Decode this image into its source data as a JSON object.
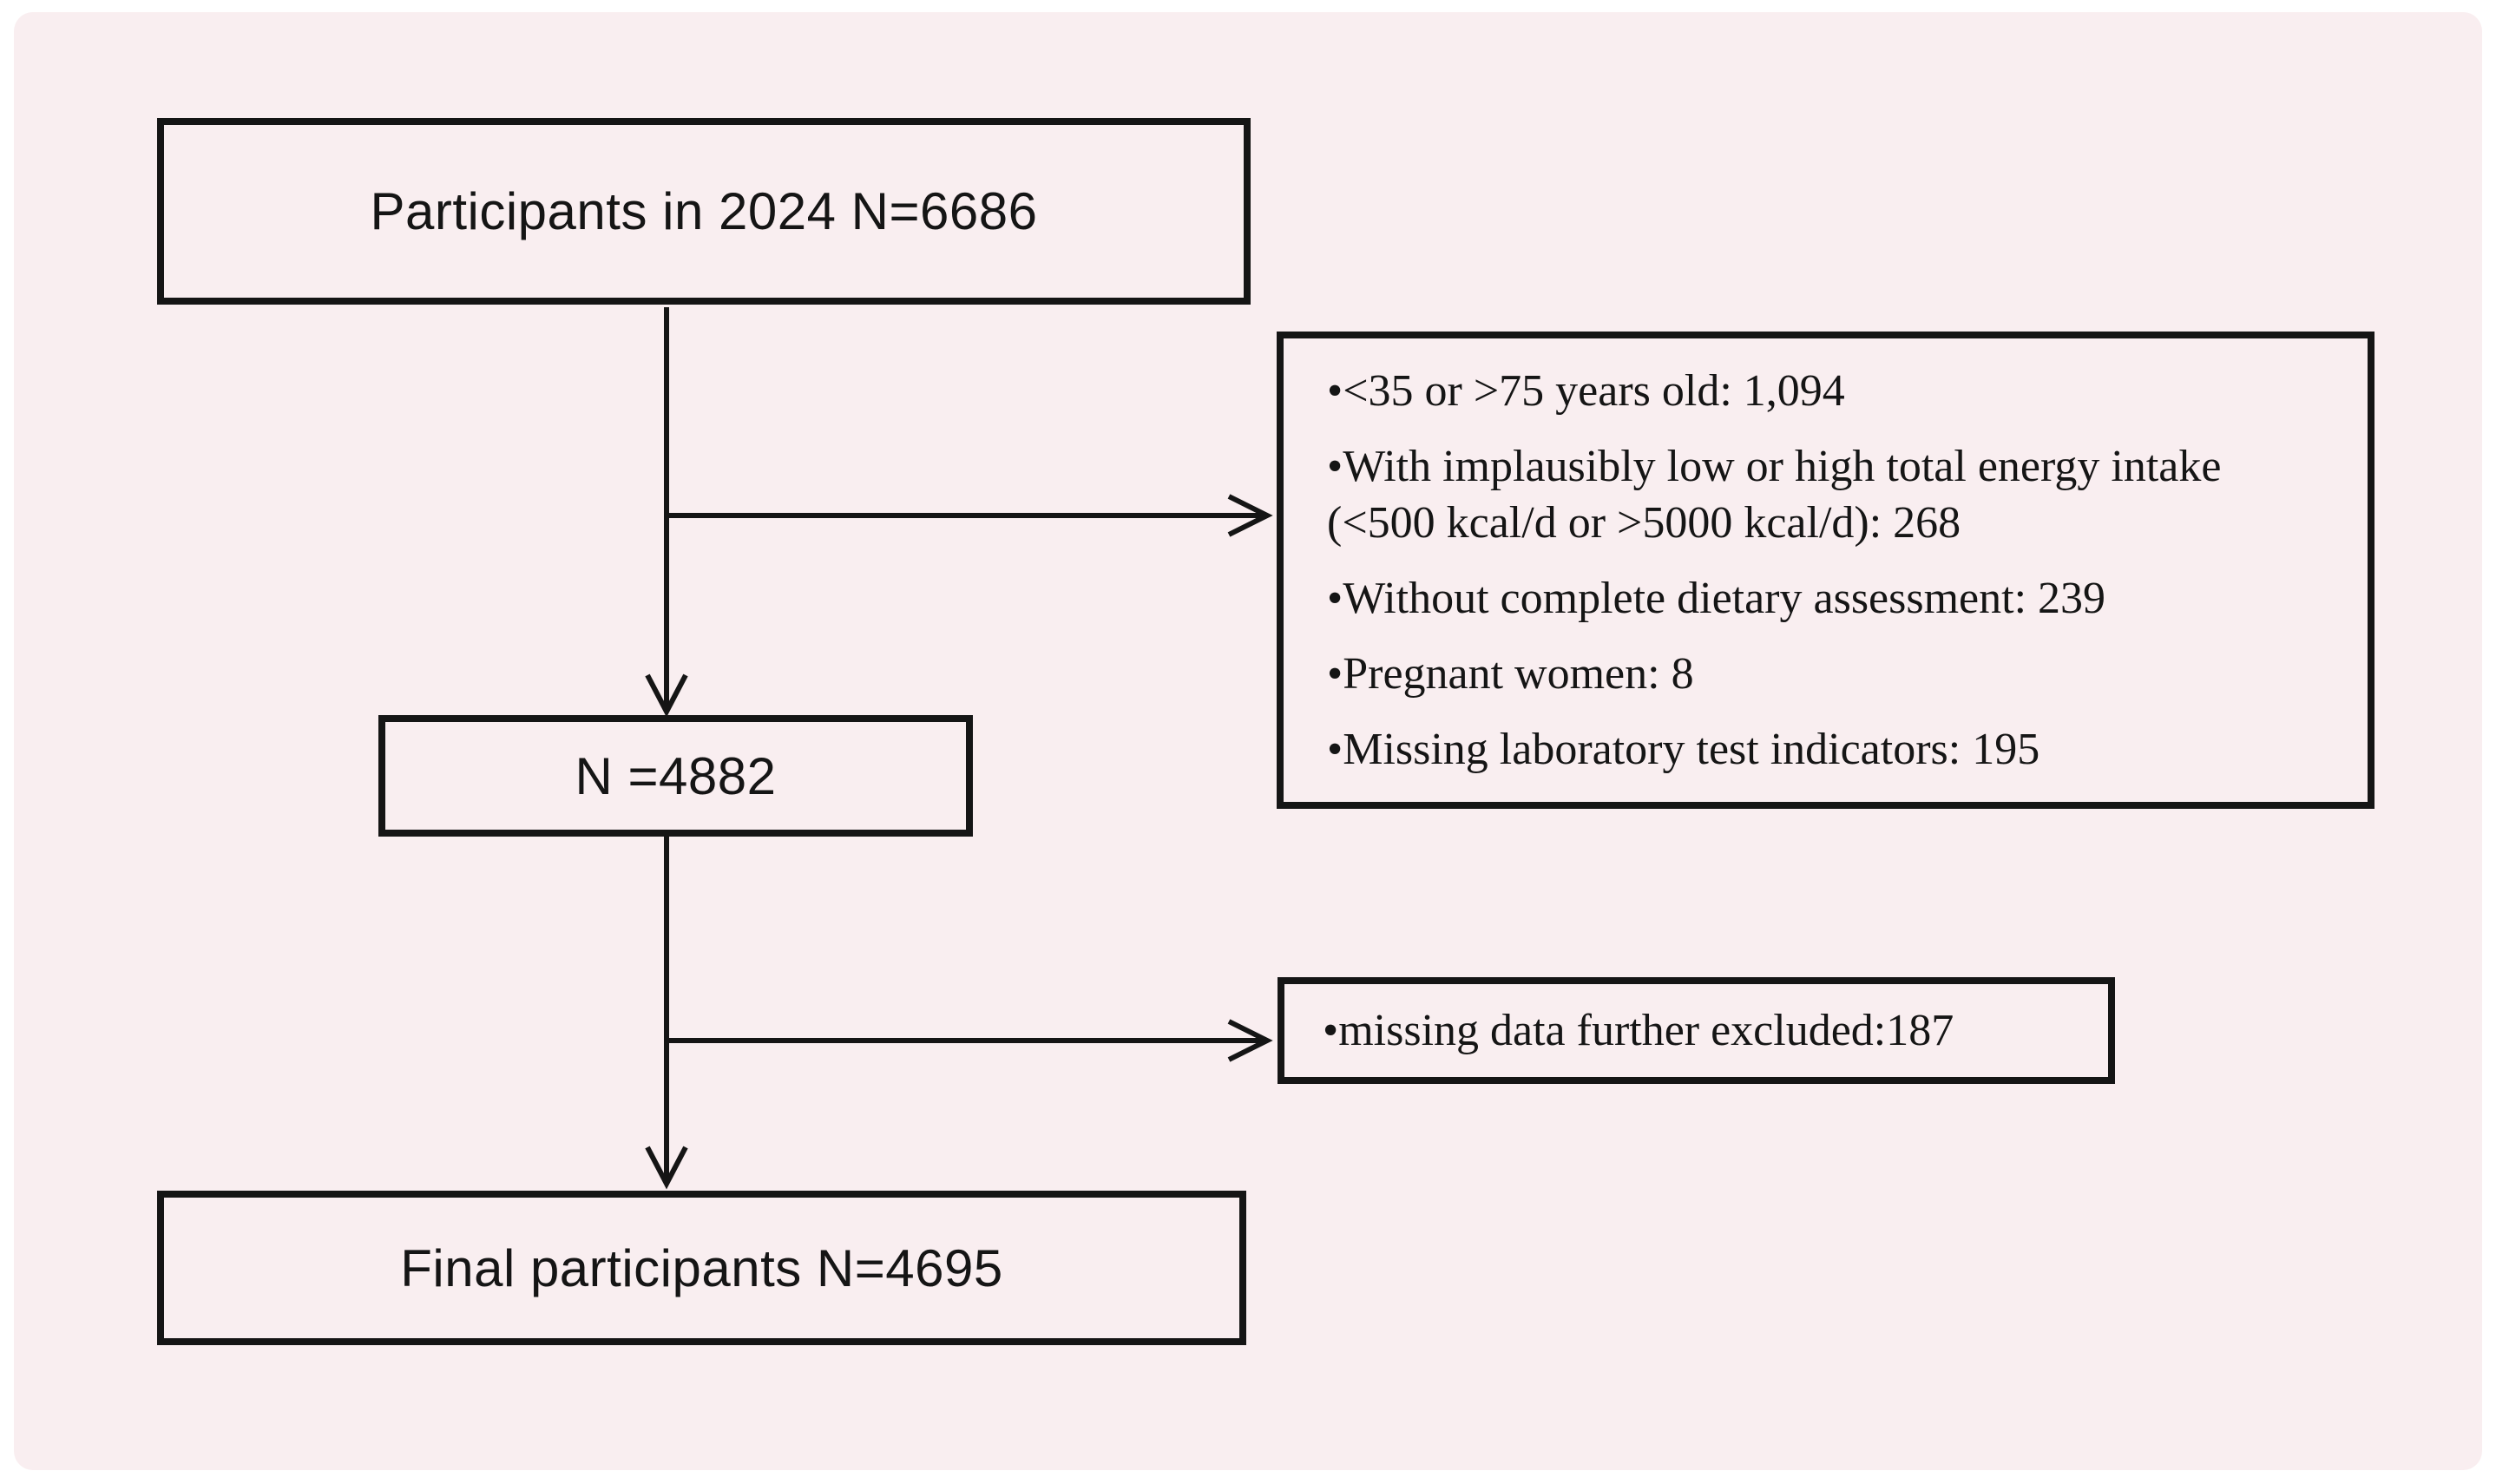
{
  "figure": {
    "type": "flowchart",
    "background_color": "#f9eef0",
    "ink_color": "#151515"
  },
  "nodes": {
    "initial": {
      "label": "Participants in 2024 N=6686"
    },
    "after_primary_exclusions": {
      "label": "N =4882"
    },
    "final": {
      "label": "Final participants N=4695"
    },
    "exclusions_primary": {
      "items": [
        {
          "lines": [
            "•<35 or >75 years old: 1,094"
          ]
        },
        {
          "lines": [
            "•With implausibly low or high total energy intake",
            "(<500 kcal/d or >5000 kcal/d): 268"
          ]
        },
        {
          "lines": [
            "•Without complete dietary assessment: 239"
          ]
        },
        {
          "lines": [
            "•Pregnant women: 8"
          ]
        },
        {
          "lines": [
            "•Missing laboratory test indicators: 195"
          ]
        }
      ]
    },
    "exclusions_secondary": {
      "items": [
        {
          "lines": [
            "•missing data further excluded:187"
          ]
        }
      ]
    }
  }
}
